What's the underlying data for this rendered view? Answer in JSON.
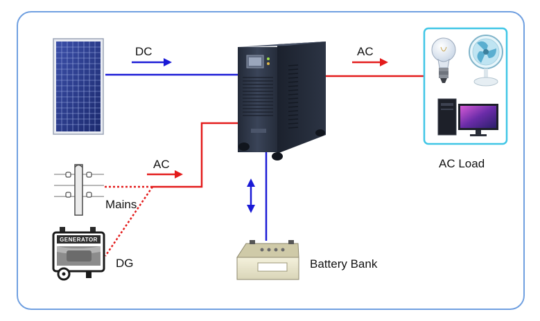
{
  "labels": {
    "dc": "DC",
    "ac_top": "AC",
    "ac_left": "AC",
    "mains": "Mains",
    "dg": "DG",
    "generator_plate": "GENERATOR",
    "ac_load": "AC Load",
    "battery_bank": "Battery Bank"
  },
  "colors": {
    "frame": "#6f9fe0",
    "dc_line": "#1a1ad6",
    "ac_line": "#e31b1b",
    "load_box": "#3fc6e6",
    "inverter_body": "#2e3646"
  },
  "icons": {
    "source": "solar-panel-icon",
    "inverter": "inverter-ups-icon",
    "utility": "utility-pole-icon",
    "generator": "generator-icon",
    "battery": "battery-icon",
    "loads": [
      "light-bulb-icon",
      "fan-icon",
      "desktop-computer-icon"
    ]
  }
}
